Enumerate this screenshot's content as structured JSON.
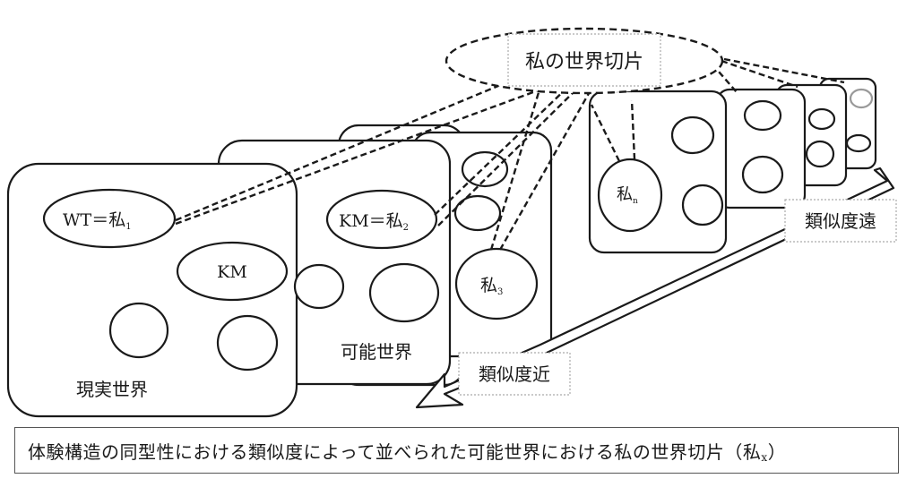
{
  "title_label": "私の世界切片",
  "label_far": "類似度遠",
  "label_near": "類似度近",
  "label_actual_world": "現実世界",
  "label_possible_world": "可能世界",
  "ellipse_wt": {
    "base": "WT＝私",
    "sub": "1"
  },
  "ellipse_km_world1": "KM",
  "ellipse_km_world2": {
    "base": "KM＝私",
    "sub": "2"
  },
  "ellipse_world3": {
    "base": "私",
    "sub": "3"
  },
  "ellipse_worldn": {
    "base": "私",
    "sub": "n"
  },
  "caption": {
    "main": "体験構造の同型性における類似度によって並べられた可能世界における私の世界切片（私",
    "sub": "x",
    "close": "）"
  }
}
